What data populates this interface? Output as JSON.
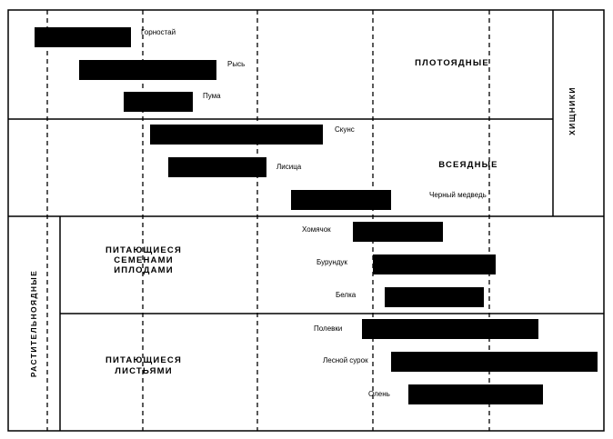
{
  "diagram": {
    "carnivores_group_label": "ХИЩНИКИ",
    "herbivores_group_label": "РАСТИТЕЛЬНОЯДНЫЕ",
    "sections": [
      {
        "id": "carnivorous",
        "label_lines": [
          "ПЛОТОЯДНЫЕ"
        ]
      },
      {
        "id": "omnivorous",
        "label_lines": [
          "ВСЕЯДНЫЕ"
        ]
      },
      {
        "id": "seed_fruit",
        "label_lines": [
          "ПИТАЮЩИЕСЯ",
          "СЕМЕНАМИ",
          "ИПЛОДАМИ"
        ]
      },
      {
        "id": "leaf",
        "label_lines": [
          "ПИТАЮЩИЕСЯ",
          "ЛИСТЬЯМИ"
        ]
      }
    ],
    "animals": [
      {
        "name": "Горностай",
        "section": "carnivorous"
      },
      {
        "name": "Рысь",
        "section": "carnivorous"
      },
      {
        "name": "Пума",
        "section": "carnivorous"
      },
      {
        "name": "Скунс",
        "section": "omnivorous"
      },
      {
        "name": "Лисица",
        "section": "omnivorous"
      },
      {
        "name": "Черный медведь",
        "section": "omnivorous"
      },
      {
        "name": "Хомячок",
        "section": "seed_fruit"
      },
      {
        "name": "Бурундук",
        "section": "seed_fruit"
      },
      {
        "name": "Белка",
        "section": "seed_fruit"
      },
      {
        "name": "Полевки",
        "section": "leaf"
      },
      {
        "name": "Лесной сурок",
        "section": "leaf"
      },
      {
        "name": "Олень",
        "section": "leaf"
      }
    ],
    "colors": {
      "bar": "#000000",
      "line": "#000000",
      "background": "#ffffff"
    }
  }
}
